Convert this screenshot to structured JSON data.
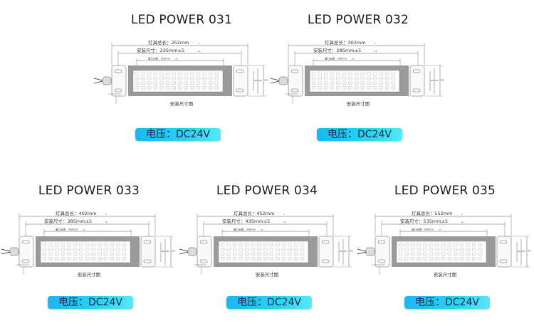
{
  "products": [
    {
      "title": "LED POWER 031",
      "total_length": "灯具总长：252mm",
      "mount_size": "安装尺寸：235mm±5",
      "window_length": "窗口长度：150mm",
      "caption": "安装尺寸图",
      "voltage": "电压：DC24V"
    },
    {
      "title": "LED POWER 032",
      "total_length": "灯具总长：302mm",
      "mount_size": "安装尺寸：285mm±5",
      "window_length": "窗口长度：200mm",
      "caption": "安装尺寸图",
      "voltage": "电压：DC24V"
    },
    {
      "title": "LED POWER 033",
      "total_length": "灯具总长：402mm",
      "mount_size": "安装尺寸：385mm±5",
      "window_length": "窗口长度：300mm",
      "caption": "安装尺寸图",
      "voltage": "电压：DC24V"
    },
    {
      "title": "LED POWER 034",
      "total_length": "灯具总长：452mm",
      "mount_size": "安装尺寸：435mm±5",
      "window_length": "窗口长度：350mm",
      "caption": "安装尺寸图",
      "voltage": "电压：DC24V"
    },
    {
      "title": "LED POWER 035",
      "total_length": "灯具总长：552mm",
      "mount_size": "安装尺寸：535mm±5",
      "window_length": "窗口长度：450mm",
      "caption": "安装尺寸图",
      "voltage": "电压：DC24V"
    }
  ],
  "dimension_labels": {
    "l": "L",
    "l1": "L1",
    "l2": "L2",
    "w1": "W1",
    "w2": "W2",
    "w3": "W3"
  },
  "colors": {
    "voltage_badge": "#1fb5f0",
    "housing_gray": "#9a9a9a",
    "outline": "#555555"
  }
}
